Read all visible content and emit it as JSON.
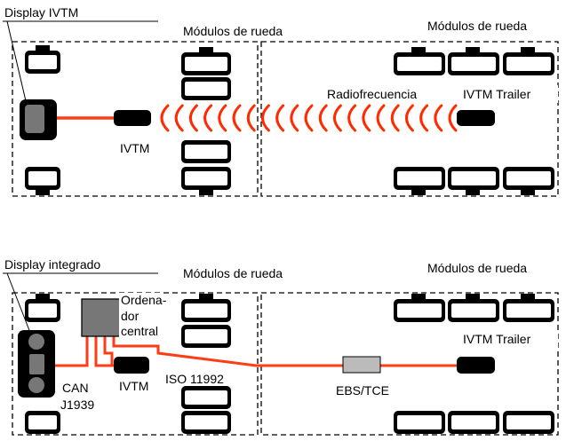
{
  "colors": {
    "cable": "#ff3c14",
    "radio_wave": "#ff2a00",
    "display_screen": "#777777",
    "computer_box": "#777777",
    "ebs_box": "#bbbbbb",
    "device": "#000000"
  },
  "top_diagram": {
    "display_label": "Display IVTM",
    "tractor_modules_label": "Módulos de rueda",
    "trailer_modules_label": "Módulos de rueda",
    "radio_label": "Radiofrecuencia",
    "ivtm_trailer_label": "IVTM Trailer",
    "ivtm_label": "IVTM"
  },
  "bottom_diagram": {
    "display_label": "Display integrado",
    "tractor_modules_label": "Módulos de rueda",
    "trailer_modules_label": "Módulos de rueda",
    "computer_label_lines": [
      "Ordena-",
      "dor",
      "central"
    ],
    "ivtm_trailer_label": "IVTM Trailer",
    "can_label_lines": [
      "CAN",
      "J1939"
    ],
    "ivtm_label": "IVTM",
    "iso_label": "ISO 11992",
    "ebs_label": "EBS/TCE"
  }
}
